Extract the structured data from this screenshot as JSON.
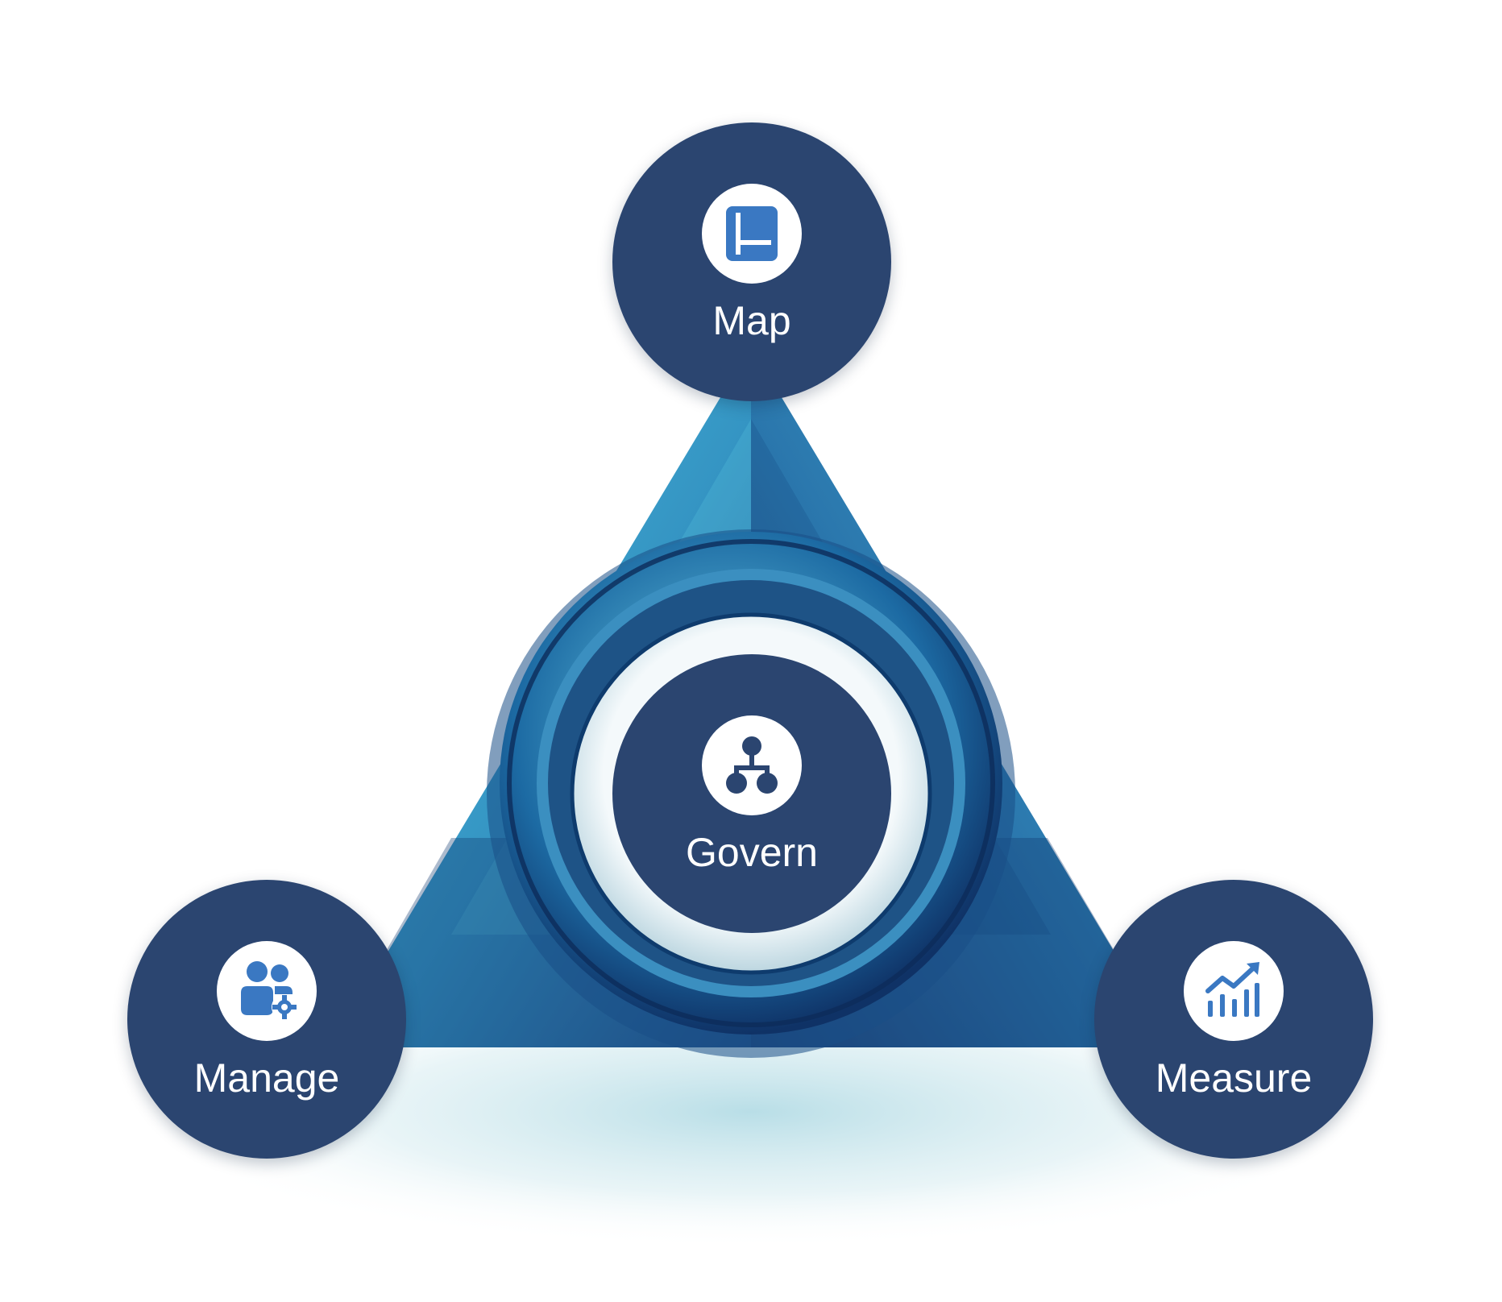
{
  "diagram": {
    "center": {
      "label": "Govern",
      "icon": "hierarchy-icon"
    },
    "nodes": [
      {
        "id": "map",
        "label": "Map",
        "icon": "layout-icon"
      },
      {
        "id": "manage",
        "label": "Manage",
        "icon": "people-settings-icon"
      },
      {
        "id": "measure",
        "label": "Measure",
        "icon": "chart-trend-icon"
      }
    ],
    "colors": {
      "node_fill": "#2b4570",
      "icon_blue": "#3a78c2",
      "triangle_light": "#3fb3d4",
      "triangle_dark": "#1d4f8c",
      "ring_light": "#dde9ee"
    }
  }
}
